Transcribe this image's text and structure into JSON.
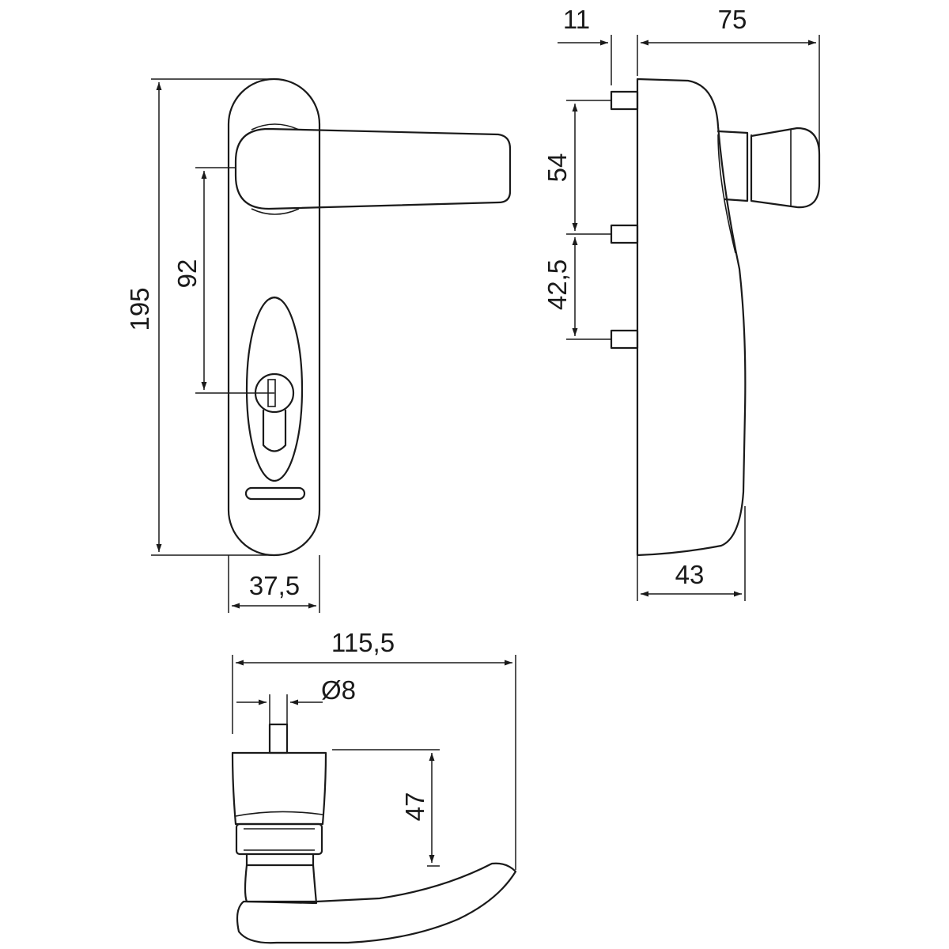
{
  "dimensions": {
    "overall_height": "195",
    "spindle_to_cylinder": "92",
    "plate_width": "37,5",
    "pin_gap_top": "11",
    "side_depth": "75",
    "pin_spacing_1": "54",
    "pin_spacing_2": "42,5",
    "plate_depth": "43",
    "lever_length": "115,5",
    "spindle_diameter": "Ø8",
    "lever_height": "47"
  },
  "colors": {
    "stroke": "#1a1a1a",
    "background": "#ffffff"
  }
}
